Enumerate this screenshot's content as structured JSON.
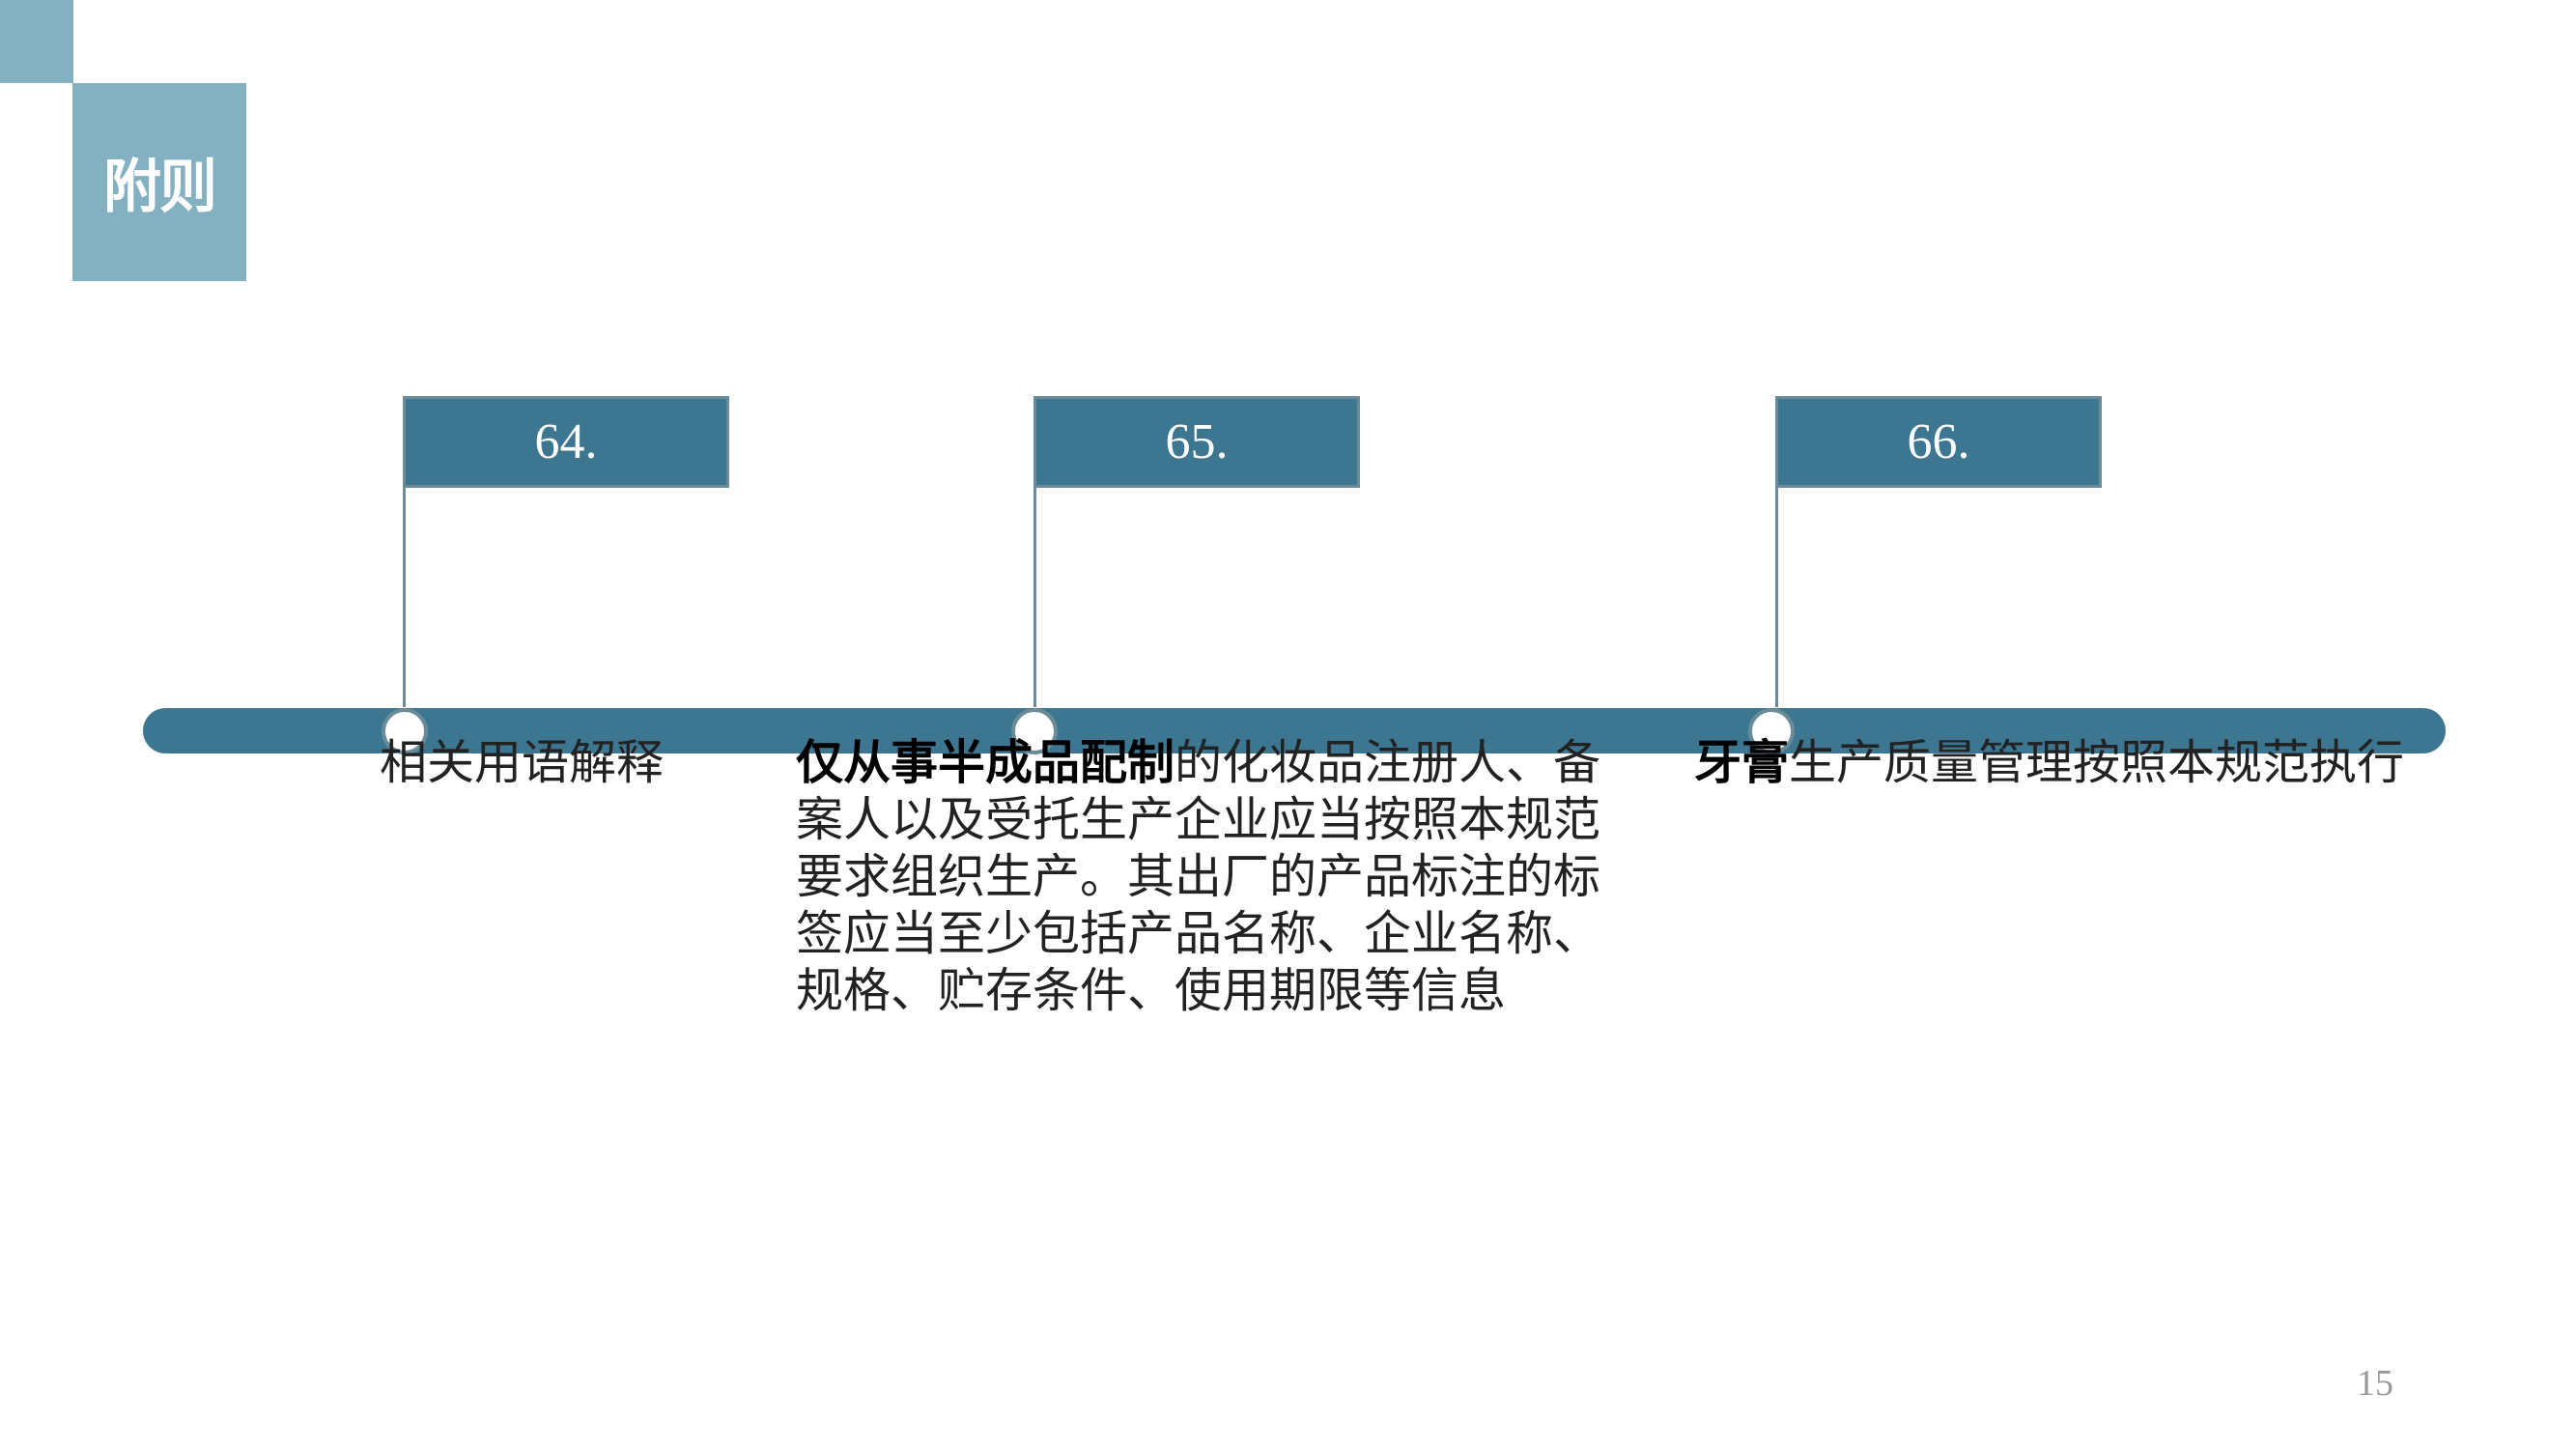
{
  "title": "附则",
  "accent": "#3c7690",
  "items": [
    {
      "number": "64.",
      "bold": "",
      "text": "相关用语解释"
    },
    {
      "number": "65.",
      "bold": "仅从事半成品配制",
      "text": "的化妆品注册人、备案人以及受托生产企业应当按照本规范要求组织生产。其出厂的产品标注的标签应当至少包括产品名称、企业名称、规格、贮存条件、使用期限等信息"
    },
    {
      "number": "66.",
      "bold": "牙膏",
      "text": "生产质量管理按照本规范执行"
    }
  ],
  "page_number": "15"
}
